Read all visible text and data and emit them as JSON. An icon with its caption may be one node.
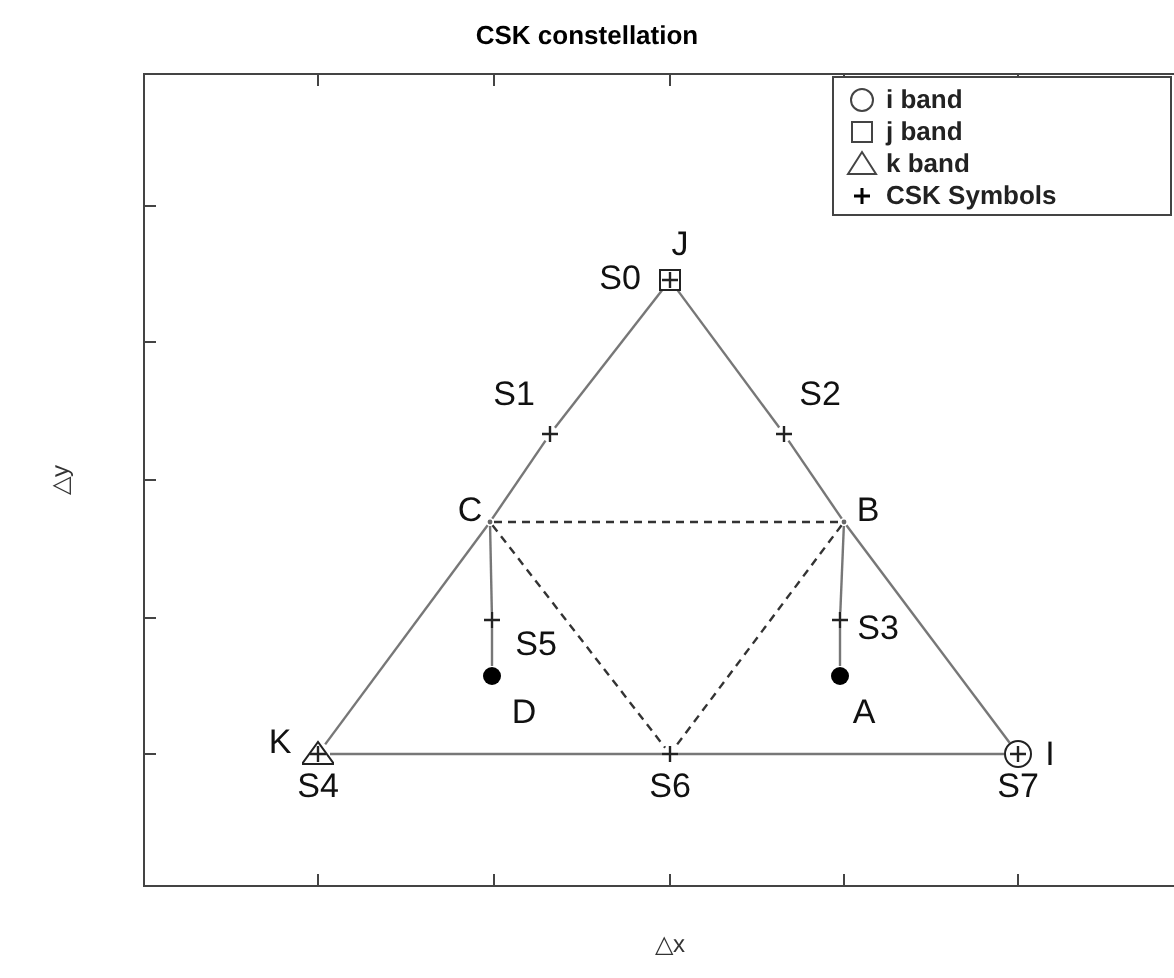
{
  "diagram": {
    "title": "CSK constellation",
    "nodes": [
      {
        "text": [
          "J"
        ],
        "beside": [
          "S0"
        ]
      },
      {
        "text": [
          "S1"
        ]
      },
      {
        "text": [
          "S2"
        ]
      },
      {
        "text": [
          "C"
        ]
      },
      {
        "text": [
          "B"
        ]
      },
      {
        "text": [
          "S5"
        ]
      },
      {
        "text": [
          "S3"
        ]
      },
      {
        "text": [
          "D"
        ]
      },
      {
        "text": [
          "A"
        ]
      },
      {
        "text": [
          "K"
        ],
        "beside": [
          "S4"
        ]
      },
      {
        "text": [
          "S6"
        ]
      },
      {
        "text": [
          "I"
        ],
        "beside": [
          "S7"
        ]
      }
    ],
    "edges": [
      {
        "from": 0,
        "to": 1,
        "arrow": "none"
      },
      {
        "from": 1,
        "to": 3,
        "arrow": "none"
      },
      {
        "from": 3,
        "to": 9,
        "arrow": "none"
      },
      {
        "from": 0,
        "to": 2,
        "arrow": "none"
      },
      {
        "from": 2,
        "to": 4,
        "arrow": "none"
      },
      {
        "from": 4,
        "to": 11,
        "arrow": "none"
      },
      {
        "from": 9,
        "to": 10,
        "arrow": "none"
      },
      {
        "from": 10,
        "to": 11,
        "arrow": "none"
      },
      {
        "from": 3,
        "to": 4,
        "arrow": "none",
        "style": "dashed"
      },
      {
        "from": 3,
        "to": 10,
        "arrow": "none",
        "style": "dashed"
      },
      {
        "from": 4,
        "to": 10,
        "arrow": "none",
        "style": "dashed"
      },
      {
        "from": 3,
        "to": 5,
        "arrow": "none"
      },
      {
        "from": 5,
        "to": 7,
        "arrow": "none"
      },
      {
        "from": 4,
        "to": 6,
        "arrow": "none"
      },
      {
        "from": 6,
        "to": 8,
        "arrow": "none"
      }
    ],
    "labels": [
      "△y",
      "△x"
    ],
    "legend": [
      {
        "text": "i band"
      },
      {
        "text": "j band"
      },
      {
        "text": "k band"
      },
      {
        "text": "CSK Symbols"
      }
    ]
  }
}
